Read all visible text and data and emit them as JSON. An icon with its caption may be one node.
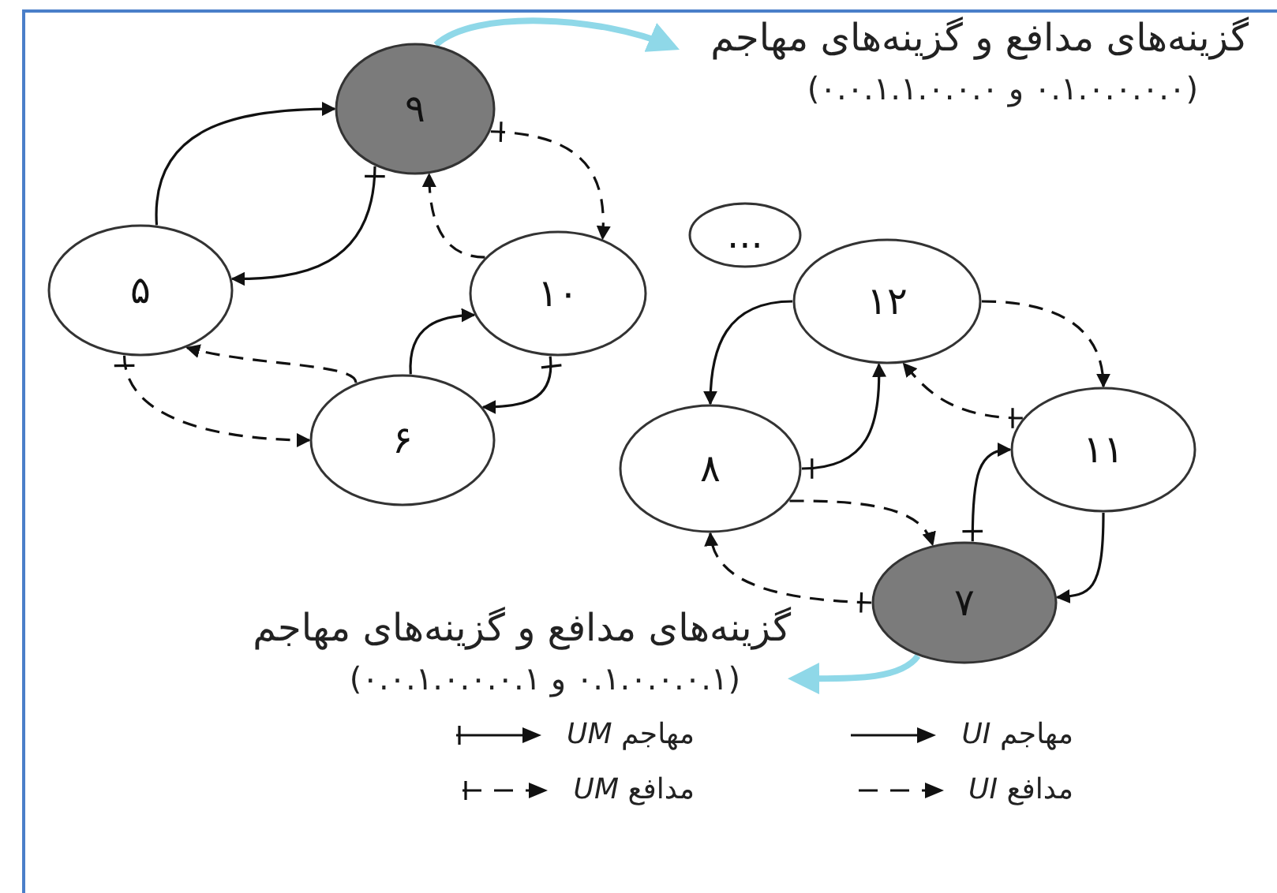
{
  "diagram": {
    "nodes": [
      {
        "text": [
          "۹"
        ]
      },
      {
        "text": [
          "گزینه‌های مدافع و گزینه‌های مهاجم",
          "(۰.۱.۰.۰.۰.۰ و ۰.۰.۱.۱.۰.۰.۰)"
        ]
      },
      {
        "text": [
          "۵"
        ]
      },
      {
        "text": [
          "۱۰"
        ]
      },
      {
        "text": [
          "..."
        ]
      },
      {
        "text": [
          "۱۲"
        ]
      },
      {
        "text": [
          "۶"
        ]
      },
      {
        "text": [
          "۸"
        ]
      },
      {
        "text": [
          "۱۱"
        ]
      },
      {
        "text": [
          "۷"
        ]
      },
      {
        "text": [
          "گزینه‌های مدافع و گزینه‌های مهاجم",
          "(۰.۱.۰.۰.۰.۱ و ۰.۰.۱.۰.۰.۰.۱)"
        ]
      }
    ],
    "edges": [
      {
        "from": 2,
        "to": 0,
        "arrow": "to"
      },
      {
        "from": 0,
        "to": 2,
        "arrow": "to"
      },
      {
        "from": 0,
        "to": 3,
        "arrow": "to",
        "style": "dashed"
      },
      {
        "from": 3,
        "to": 0,
        "arrow": "to",
        "style": "dashed"
      },
      {
        "from": 6,
        "to": 3,
        "arrow": "to"
      },
      {
        "from": 3,
        "to": 6,
        "arrow": "to"
      },
      {
        "from": 6,
        "to": 2,
        "arrow": "to",
        "style": "dashed"
      },
      {
        "from": 2,
        "to": 6,
        "arrow": "to",
        "style": "dashed"
      },
      {
        "from": 5,
        "to": 7,
        "arrow": "to"
      },
      {
        "from": 7,
        "to": 5,
        "arrow": "to"
      },
      {
        "from": 5,
        "to": 8,
        "arrow": "to",
        "style": "dashed"
      },
      {
        "from": 8,
        "to": 5,
        "arrow": "to",
        "style": "dashed"
      },
      {
        "from": 7,
        "to": 9,
        "arrow": "to",
        "style": "dashed"
      },
      {
        "from": 9,
        "to": 7,
        "arrow": "to",
        "style": "dashed"
      },
      {
        "from": 9,
        "to": 8,
        "arrow": "to"
      },
      {
        "from": 8,
        "to": 9,
        "arrow": "to"
      },
      {
        "from": 0,
        "to": 1,
        "arrow": "to",
        "style": "thick",
        "color": "#8fd8e8"
      },
      {
        "from": 9,
        "to": 10,
        "arrow": "to",
        "style": "thick",
        "color": "#8fd8e8"
      }
    ],
    "legend": [
      {
        "text": "مهاجم *UI*"
      },
      {
        "text": "مهاجم *UM*"
      },
      {
        "text": "مدافع *UI*"
      },
      {
        "text": "مدافع *UM*"
      }
    ]
  }
}
